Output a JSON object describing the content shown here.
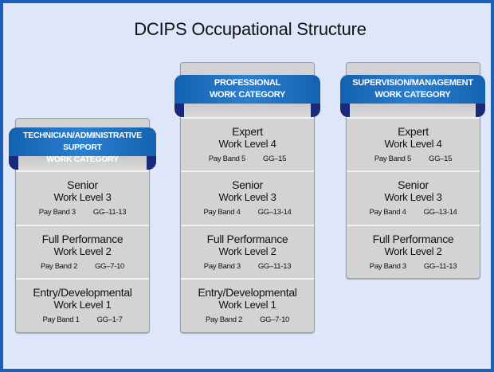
{
  "title": "DCIPS Occupational Structure",
  "colors": {
    "frame_border": "#1c5fb8",
    "background": "#dee6f9",
    "banner": "#1a6cc0",
    "banner_fold": "#1b2a78",
    "card": "#d3d3d3"
  },
  "categories": [
    {
      "banner_line1": "TECHNICIAN/ADMINISTRATIVE SUPPORT",
      "banner_line2": "WORK CATEGORY",
      "levels": [
        {
          "name": "Senior",
          "work_level": "Work Level 3",
          "pay_band": "Pay Band 3",
          "grade": "GG–11-13"
        },
        {
          "name": "Full Performance",
          "work_level": "Work Level 2",
          "pay_band": "Pay Band 2",
          "grade": "GG–7-10"
        },
        {
          "name": "Entry/Developmental",
          "work_level": "Work Level 1",
          "pay_band": "Pay Band 1",
          "grade": "GG–1-7"
        }
      ]
    },
    {
      "banner_line1": "PROFESSIONAL",
      "banner_line2": "WORK CATEGORY",
      "levels": [
        {
          "name": "Expert",
          "work_level": "Work Level 4",
          "pay_band": "Pay Band 5",
          "grade": "GG–15"
        },
        {
          "name": "Senior",
          "work_level": "Work Level 3",
          "pay_band": "Pay Band 4",
          "grade": "GG–13-14"
        },
        {
          "name": "Full Performance",
          "work_level": "Work Level 2",
          "pay_band": "Pay Band 3",
          "grade": "GG–11-13"
        },
        {
          "name": "Entry/Developmental",
          "work_level": "Work Level 1",
          "pay_band": "Pay Band 2",
          "grade": "GG–7-10"
        }
      ]
    },
    {
      "banner_line1": "SUPERVISION/MANAGEMENT",
      "banner_line2": "WORK CATEGORY",
      "levels": [
        {
          "name": "Expert",
          "work_level": "Work Level 4",
          "pay_band": "Pay Band 5",
          "grade": "GG–15"
        },
        {
          "name": "Senior",
          "work_level": "Work Level 3",
          "pay_band": "Pay Band 4",
          "grade": "GG–13-14"
        },
        {
          "name": "Full Performance",
          "work_level": "Work Level 2",
          "pay_band": "Pay Band 3",
          "grade": "GG–11-13"
        }
      ]
    }
  ]
}
